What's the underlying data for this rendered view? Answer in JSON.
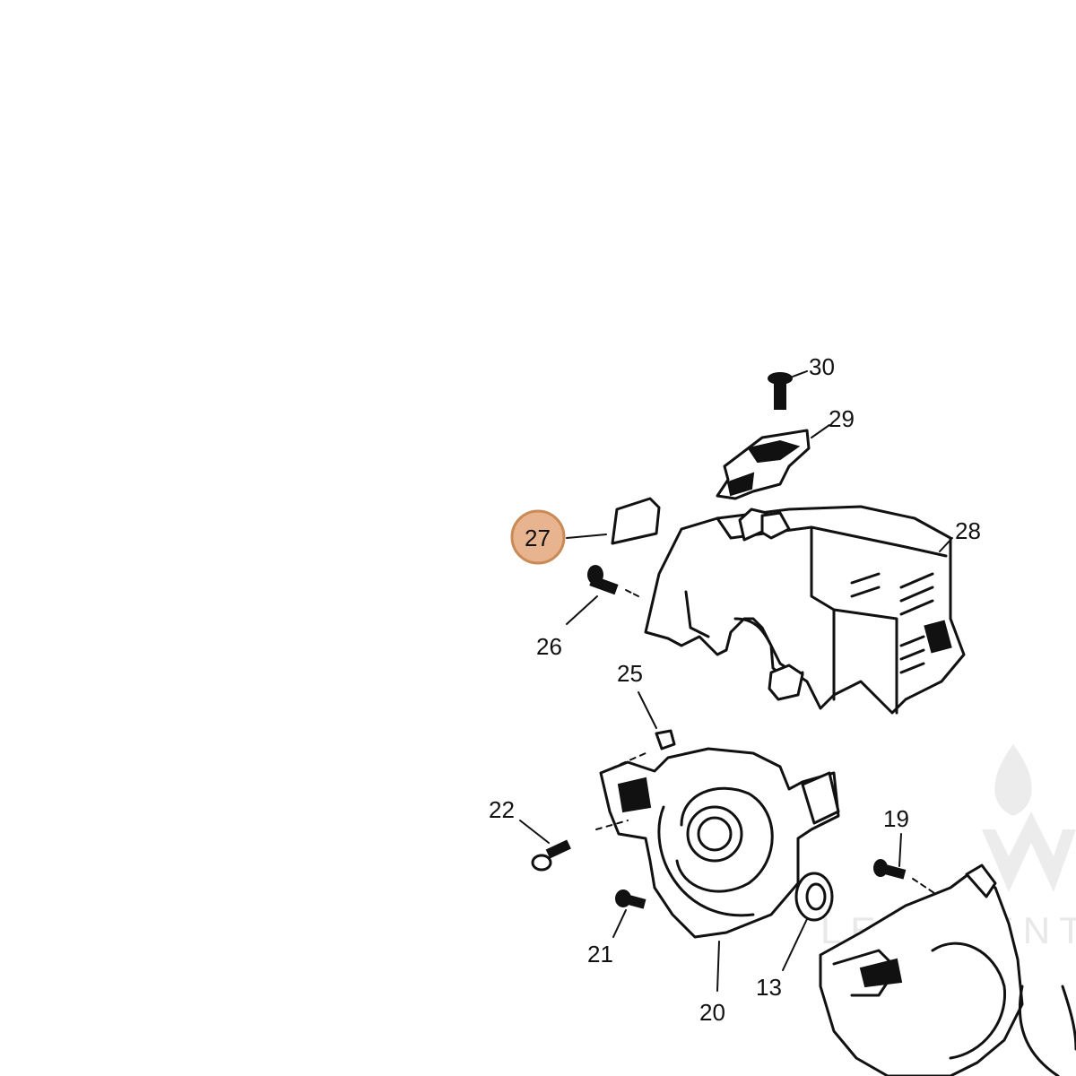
{
  "diagram": {
    "highlight_color": "#E8B48F",
    "highlight_stroke": "#C98A55",
    "highlighted_part": "27",
    "watermark_text": "LEADVENT",
    "labels": {
      "p30": "30",
      "p29": "29",
      "p28": "28",
      "p27": "27",
      "p26": "26",
      "p25": "25",
      "p22": "22",
      "p21": "21",
      "p20": "20",
      "p19": "19",
      "p13": "13"
    }
  }
}
